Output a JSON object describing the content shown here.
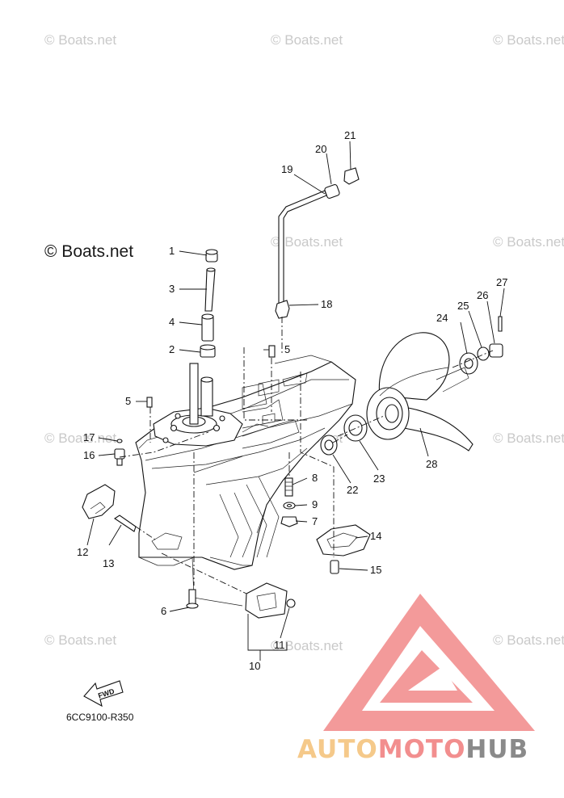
{
  "watermark_text": "© Boats.net",
  "drawing_code": "6CC9100-R350",
  "fwd_label": "FWD",
  "brand": {
    "part1": "AUTO",
    "part2": "MOTO",
    "part3": "HUB",
    "color_auto": "#f5c98a",
    "color_moto": "#f28e8e",
    "color_hub": "#8a8a8a",
    "logo_color": "#f39a9a"
  },
  "callouts": {
    "c1": "1",
    "c2": "2",
    "c3": "3",
    "c4": "4",
    "c5a": "5",
    "c5b": "5",
    "c6": "6",
    "c7": "7",
    "c8": "8",
    "c9": "9",
    "c10": "10",
    "c11": "11",
    "c12": "12",
    "c13": "13",
    "c14": "14",
    "c15": "15",
    "c16": "16",
    "c17": "17",
    "c18": "18",
    "c19": "19",
    "c20": "20",
    "c21": "21",
    "c22": "22",
    "c23": "23",
    "c24": "24",
    "c25": "25",
    "c26": "26",
    "c27": "27",
    "c28": "28"
  }
}
